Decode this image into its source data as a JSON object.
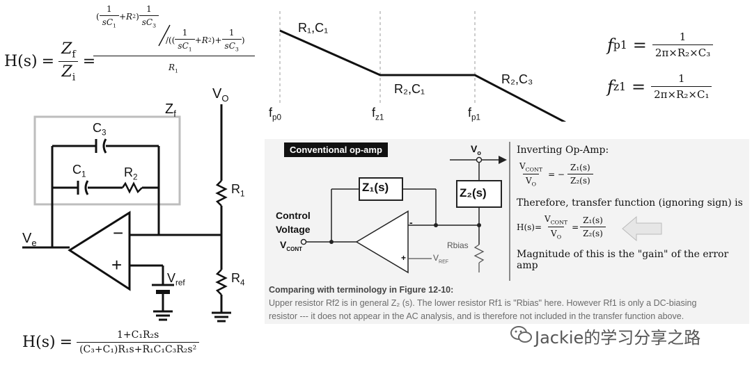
{
  "top_formula": {
    "lhs": "H(s)",
    "zf": "Z",
    "zf_sub": "f",
    "zi": "Z",
    "zi_sub": "i",
    "num_one": "1",
    "num_sc1": "sC",
    "num_sc1_sub": "1",
    "num_r2": "+R",
    "num_r2_sub": "2",
    "num_sc3": "sC",
    "num_sc3_sub": "3",
    "den_r1": "R",
    "den_r1_sub": "1"
  },
  "circuit": {
    "zf_label": "Z",
    "zf_sub": "f",
    "vo_label": "V",
    "vo_sub": "O",
    "c3_label": "C",
    "c3_sub": "3",
    "c1_label": "C",
    "c1_sub": "1",
    "r2_label": "R",
    "r2_sub": "2",
    "r1_label": "R",
    "r1_sub": "1",
    "r4_label": "R",
    "r4_sub": "4",
    "ve_label": "V",
    "ve_sub": "e",
    "vref_label": "V",
    "vref_sub": "ref",
    "minus": "−",
    "plus": "+"
  },
  "bode": {
    "seg1": "R₁,C₁",
    "seg2": "R₂,C₁",
    "seg3": "R₂,C₃",
    "f_p0": "f",
    "f_p0_sub": "p0",
    "f_z1": "f",
    "f_z1_sub": "z1",
    "f_p1": "f",
    "f_p1_sub": "p1"
  },
  "poles": {
    "fp1_lhs": "f",
    "fp1_sub": "p1",
    "fp1_num": "1",
    "fp1_den": "2π×R₂×C₃",
    "fz1_lhs": "f",
    "fz1_sub": "z1",
    "fz1_num": "1",
    "fz1_den": "2π×R₂×C₁"
  },
  "bottom_formula": {
    "lhs": "H(s)",
    "num": "1+C₁R₂s",
    "den": "(C₃+C₁)R₁s+R₁C₁C₃R₂s²"
  },
  "conv_panel": {
    "title": "Conventional op-amp",
    "z1": "Z₁(s)",
    "z2": "Z₂(s)",
    "vo": "V",
    "vo_sub": "o",
    "control": "Control",
    "voltage": "Voltage",
    "vcont": "V",
    "vcont_sub": "CONT",
    "rbias": "Rbias",
    "vref": "V",
    "vref_sub": "REF",
    "minus": "-",
    "plus": "+"
  },
  "right_text": {
    "heading": "Inverting Op-Amp:",
    "ratio_num": "V",
    "ratio_num_sub": "CONT",
    "ratio_den": "V",
    "ratio_den_sub": "O",
    "eq_sign": "= −",
    "z1": "Z₁(s)",
    "z2": "Z₂(s)",
    "therefore": "Therefore, transfer function (ignoring sign) is",
    "hs": "H(s)=",
    "eq": "=",
    "magnitude": "Magnitude of this is the \"gain\" of the error amp"
  },
  "notes": {
    "heading": "Comparing with terminology in Figure 12-10:",
    "line1": "Upper resistor Rf2 is in general Z₂ (s). The lower resistor Rf1 is \"Rbias\" here. However Rf1 is only a DC-biasing",
    "line2": "resistor --- it does not appear in the AC analysis, and is therefore not included in the transfer function above."
  },
  "watermark": "Jackie的学习分享之路"
}
